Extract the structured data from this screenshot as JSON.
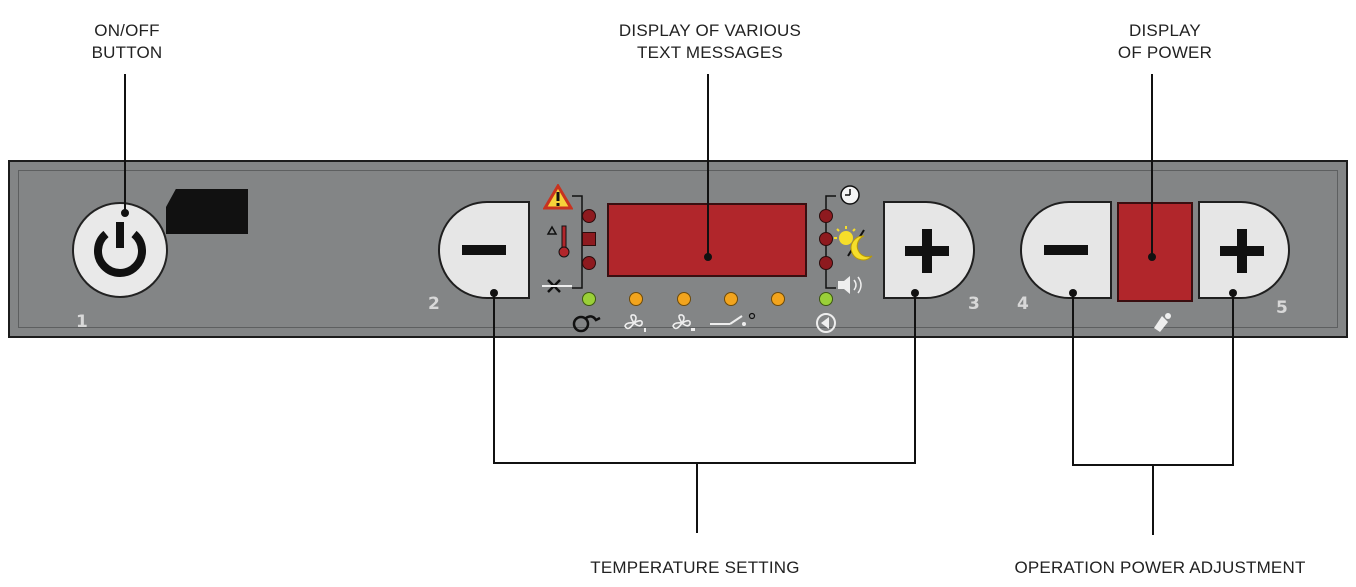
{
  "labels": {
    "on_off_line1": "ON/OFF",
    "on_off_line2": "BUTTON",
    "text_display_line1": "DISPLAY OF VARIOUS",
    "text_display_line2": "TEXT MESSAGES",
    "power_display_line1": "DISPLAY",
    "power_display_line2": "OF POWER",
    "temperature_setting": "TEMPERATURE SETTING",
    "operation_power": "OPERATION POWER ADJUSTMENT"
  },
  "button_numbers": {
    "onoff": "1",
    "temp_minus": "2",
    "temp_plus": "3",
    "power_minus": "4",
    "power_plus": "5"
  },
  "colors": {
    "panel": "#838586",
    "display": "#b1262b",
    "led_red": "#8e1a1f",
    "led_amber": "#f2a41d",
    "led_green": "#9ad038",
    "button_face": "#e6e6e6"
  },
  "icons": [
    "warning-icon",
    "thermometer-icon",
    "stop-square-icon",
    "cross-off-icon",
    "clock-icon",
    "sun-moon-icon",
    "sound-icon",
    "pump-icon",
    "fan-1-icon",
    "fan-2-icon",
    "valve-icon",
    "circulator-icon",
    "power-symbol-icon",
    "fuel-icon"
  ]
}
